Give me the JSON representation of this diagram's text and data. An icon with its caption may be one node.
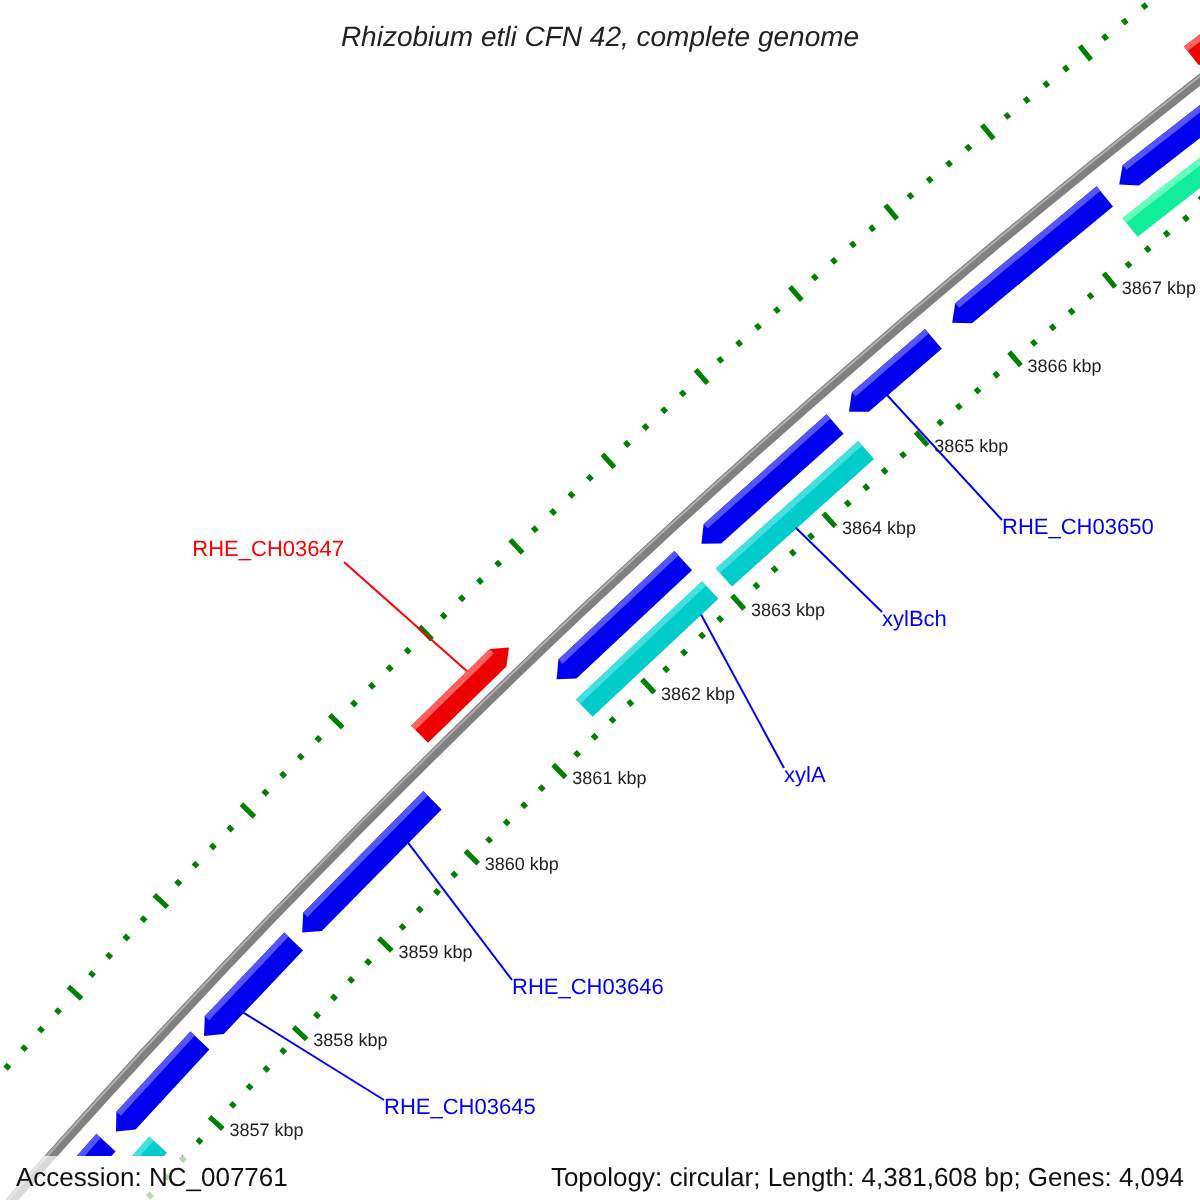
{
  "diagram": {
    "title": "Rhizobium etli CFN 42, complete genome",
    "nodes": [
      {
        "text": [
          "RHE_CH03650"
        ]
      },
      {
        "text": [
          "RHE_CH03647"
        ]
      },
      {
        "text": [
          "xylBch"
        ]
      },
      {
        "text": [
          "xylA"
        ]
      },
      {
        "text": [
          "RHE_CH03646"
        ]
      },
      {
        "text": [
          "RHE_CH03645"
        ]
      },
      {
        "text": [],
        "shape": "bar"
      },
      {
        "text": [],
        "shape": "bar"
      },
      {
        "text": [],
        "shape": "bar"
      },
      {
        "text": [],
        "shape": "bar"
      },
      {
        "text": [],
        "shape": "bar"
      },
      {
        "text": [],
        "shape": "bar"
      },
      {
        "text": [],
        "shape": "bar"
      },
      {
        "text": [],
        "shape": "bar"
      },
      {
        "text": [],
        "shape": "bar"
      },
      {
        "text": [],
        "shape": "bar"
      },
      {
        "text": [],
        "shape": "bar"
      },
      {
        "text": [],
        "shape": "bar"
      },
      {
        "text": [],
        "shape": "bar"
      },
      {
        "text": [],
        "shape": "bar"
      },
      {
        "text": [],
        "shape": "bar"
      }
    ],
    "edges": [
      {
        "from": 0,
        "to": 16,
        "arrow": "none"
      },
      {
        "from": 1,
        "to": 11,
        "arrow": "none",
        "color": "#ff0000"
      },
      {
        "from": 2,
        "to": 15,
        "arrow": "none"
      },
      {
        "from": 3,
        "to": 13,
        "arrow": "none"
      },
      {
        "from": 4,
        "to": 10,
        "arrow": "none"
      },
      {
        "from": 5,
        "to": 9,
        "arrow": "none"
      }
    ],
    "labels": [
      "3867 kbp",
      "3866 kbp",
      "3865 kbp",
      "3864 kbp",
      "3863 kbp",
      "3862 kbp",
      "3861 kbp",
      "3860 kbp",
      "3859 kbp",
      "3858 kbp",
      "3857 kbp",
      "Accession: NC_007761",
      "Topology: circular; Length: 4,381,608 bp; Genes: 4,094"
    ]
  }
}
